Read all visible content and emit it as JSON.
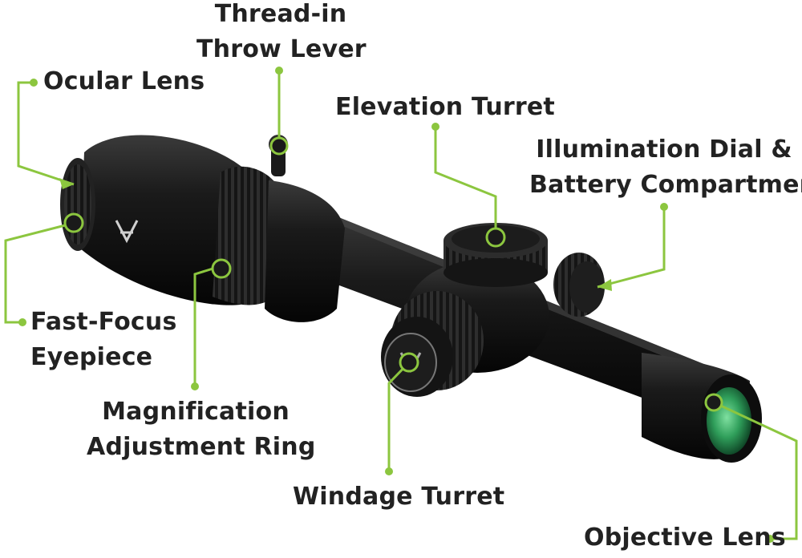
{
  "colors": {
    "accent": "#8cc63f",
    "label_text": "#222222",
    "scope_body": "#111111",
    "lens_glass": "#2f9e5a"
  },
  "labels": {
    "thread_in_throw_lever": [
      "Thread-in",
      "Throw Lever"
    ],
    "ocular_lens": [
      "Ocular Lens"
    ],
    "elevation_turret": [
      "Elevation Turret"
    ],
    "illumination_dial": [
      "Illumination Dial &",
      "Battery Compartment"
    ],
    "fast_focus_eyepiece": [
      "Fast-Focus",
      "Eyepiece"
    ],
    "magnification_ring": [
      "Magnification",
      "Adjustment Ring"
    ],
    "windage_turret": [
      "Windage Turret"
    ],
    "objective_lens": [
      "Objective Lens"
    ]
  },
  "icons": {
    "brand_logo": "vortex-logo-icon"
  }
}
